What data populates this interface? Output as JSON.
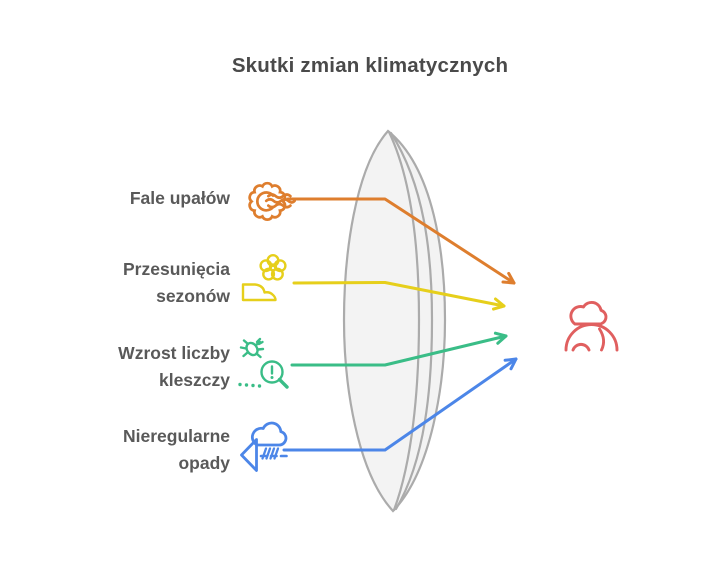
{
  "title": "Skutki zmian klimatycznych",
  "text_colors": {
    "title": "#4A4A4A",
    "label": "#595959"
  },
  "lens": {
    "fill": "#F3F3F3",
    "stroke": "#ABABAB",
    "name": "lens"
  },
  "items": [
    {
      "label": "Fale upałów",
      "label_lines": [
        "Fale upałów"
      ],
      "color": "#DE7E2E",
      "icon": "sun-heatwave-icon"
    },
    {
      "label": "Przesunięcia sezonów",
      "label_lines": [
        "Przesunięcia",
        "sezonów"
      ],
      "color": "#E6CF1B",
      "icon": "flower-hand-icon"
    },
    {
      "label": "Wzrost liczby kleszczy",
      "label_lines": [
        "Wzrost liczby",
        "kleszczy"
      ],
      "color": "#3ABD87",
      "icon": "tick-magnifier-icon"
    },
    {
      "label": "Nieregularne opady",
      "label_lines": [
        "Nieregularne",
        "opady"
      ],
      "color": "#4C86E8",
      "icon": "rain-cloud-wind-icon"
    }
  ],
  "result": {
    "icon": "cloud-globe-icon",
    "color": "#E05F5F"
  }
}
